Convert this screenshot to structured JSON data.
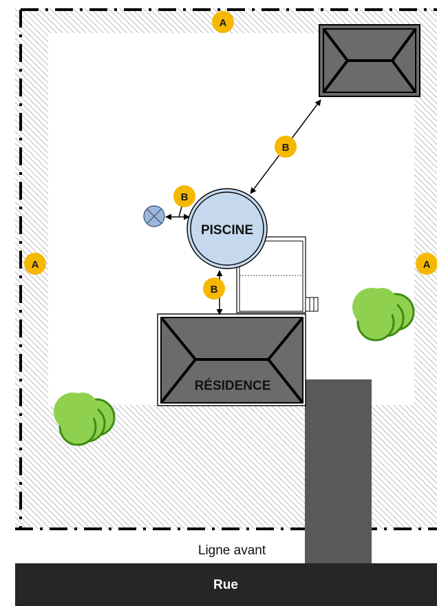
{
  "labels": {
    "pool": "PISCINE",
    "residence": "RÉSIDENCE",
    "front_line": "Ligne avant",
    "street": "Rue"
  },
  "markers": {
    "a_top": "A",
    "a_left": "A",
    "a_right": "A",
    "b_shed": "B",
    "b_pump": "B",
    "b_house": "B"
  },
  "colors": {
    "marker": "#f5b800",
    "pool": "#c5d8ee",
    "roof": "#6b6b6b",
    "driveway": "#595959",
    "street": "#262626",
    "tree": "#8fd14f",
    "tree_edge": "#4f9a1f",
    "hatch": "#a8a8a8"
  }
}
